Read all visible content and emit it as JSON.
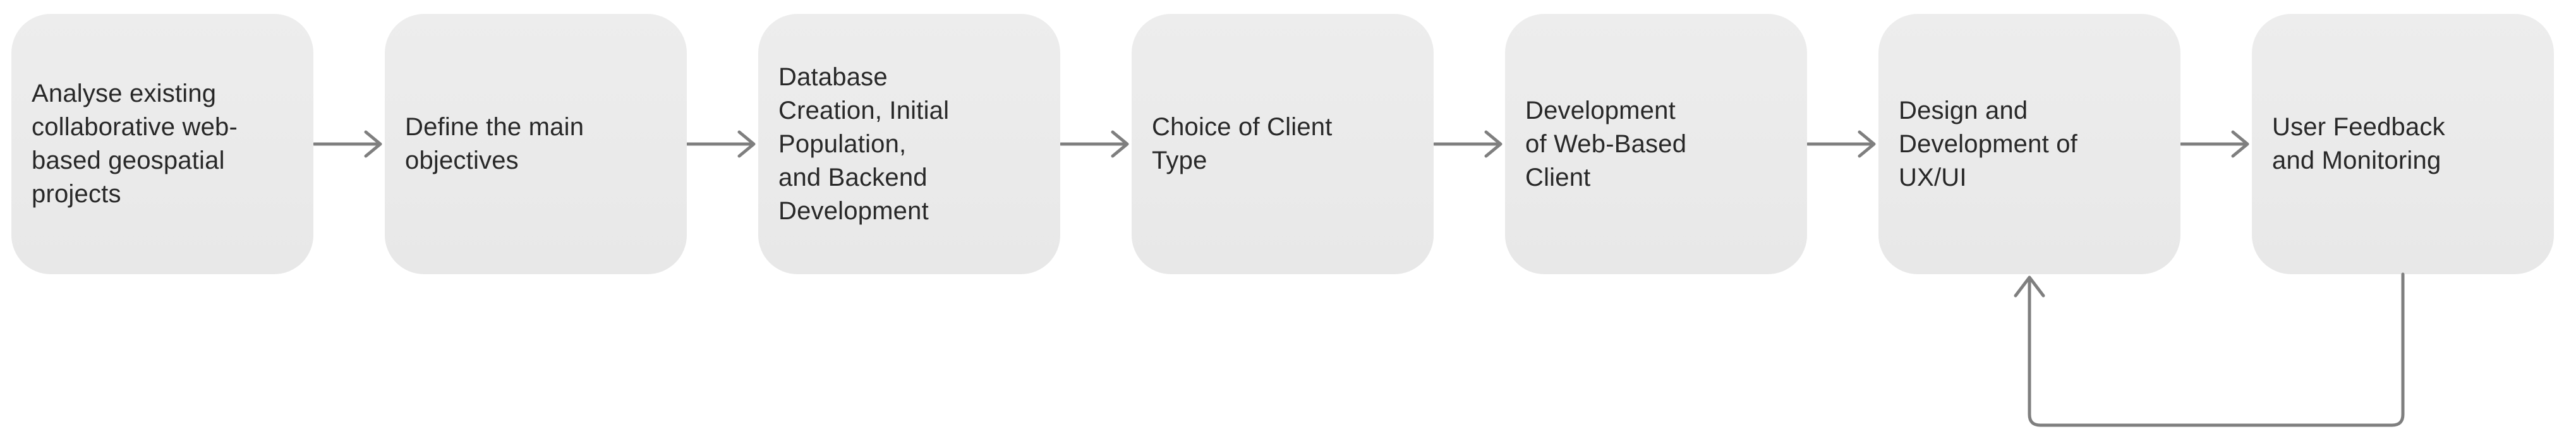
{
  "flowchart": {
    "direction": "left-to-right",
    "steps": [
      {
        "id": 1,
        "label": "Analyse existing\ncollaborative web-\nbased geospatial\nprojects"
      },
      {
        "id": 2,
        "label": "Define the main\nobjectives"
      },
      {
        "id": 3,
        "label": "Database\nCreation, Initial\nPopulation,\nand Backend\nDevelopment"
      },
      {
        "id": 4,
        "label": "Choice of Client\nType"
      },
      {
        "id": 5,
        "label": "Development\nof Web-Based\nClient"
      },
      {
        "id": 6,
        "label": "Design and\nDevelopment of\nUX/UI"
      },
      {
        "id": 7,
        "label": "User Feedback\nand Monitoring"
      }
    ],
    "connections": [
      {
        "from": 1,
        "to": 2,
        "type": "arrow"
      },
      {
        "from": 2,
        "to": 3,
        "type": "arrow"
      },
      {
        "from": 3,
        "to": 4,
        "type": "arrow"
      },
      {
        "from": 4,
        "to": 5,
        "type": "arrow"
      },
      {
        "from": 5,
        "to": 6,
        "type": "arrow"
      },
      {
        "from": 6,
        "to": 7,
        "type": "arrow"
      },
      {
        "from": 7,
        "to": 6,
        "type": "feedback-loop"
      }
    ],
    "colors": {
      "box_fill": "#e9e9e9",
      "arrow": "#7f7f7f",
      "text": "#282828",
      "background": "#ffffff"
    }
  }
}
